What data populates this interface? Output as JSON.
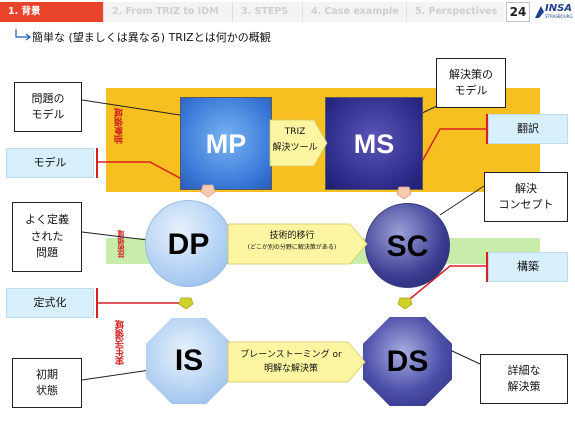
{
  "nav": {
    "tabs": [
      {
        "label": "1. 背景",
        "active": true
      },
      {
        "label": "2. From TRIZ to IDM",
        "active": false
      },
      {
        "label": "3. STEPS",
        "active": false
      },
      {
        "label": "4. Case example",
        "active": false
      },
      {
        "label": "5. Perspectives",
        "active": false
      }
    ],
    "page_number": "24",
    "logo": "INSA",
    "logo_sub": "STRASBOURG"
  },
  "subtitle": "簡単な (望ましくは異なる) TRIZとは何かの概観",
  "diagram": {
    "nodes": {
      "mp": "MP",
      "ms": "MS",
      "dp": "DP",
      "sc": "SC",
      "is": "IS",
      "ds": "DS"
    },
    "arrows": {
      "triz_line1": "TRIZ",
      "triz_line2": "解決ツール",
      "transfer_line1": "技術的移行",
      "transfer_line2": "(どこか別の分野に解決策がある)",
      "brainstorm_line1": "ブレーンストーミング or",
      "brainstorm_line2": "明解な解決策"
    },
    "band_labels": {
      "abstract": "抽象領域",
      "technical": "技術領域",
      "real": "実生活領域"
    },
    "callouts": {
      "problem_model": "問題の\nモデル",
      "solution_model": "解決策の\nモデル",
      "model": "モデル",
      "translation": "翻訳",
      "well_defined_problem": "よく定義\nされた\n問題",
      "solution_concept": "解決\nコンセプト",
      "formalization": "定式化",
      "construction": "構築",
      "initial_state": "初期\n状態",
      "detailed_solution": "詳細な\n解決策"
    },
    "colors": {
      "accent_red": "#e8442c",
      "band_orange": "#f7bf20",
      "band_green": "#c8ecaa",
      "arrow_yellow": "#fcf6a2",
      "callout_blue": "#d7eefb",
      "connector_red": "#d82020"
    }
  }
}
